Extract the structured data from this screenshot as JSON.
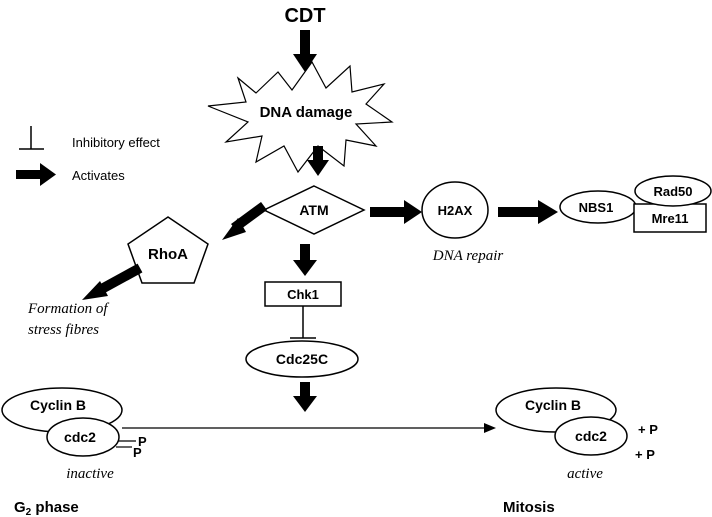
{
  "nodes": {
    "cdt": "CDT",
    "dna_damage": "DNA damage",
    "atm": "ATM",
    "h2ax": "H2AX",
    "nbs1": "NBS1",
    "rad50": "Rad50",
    "mre11": "Mre11",
    "rhoa": "RhoA",
    "chk1": "Chk1",
    "cdc25c": "Cdc25C",
    "cyclin_b_left": "Cyclin B",
    "cdc2_left": "cdc2",
    "cyclin_b_right": "Cyclin B",
    "cdc2_right": "cdc2"
  },
  "annotations": {
    "dna_repair": "DNA repair",
    "stress_fibres_line1": "Formation of",
    "stress_fibres_line2": "stress fibres",
    "inactive": "inactive",
    "active": "active",
    "phospho_left_1": "P",
    "phospho_left_2": "P",
    "phospho_right_1": "+ P",
    "phospho_right_2": "+ P",
    "g2_main": "G",
    "g2_sub": "2",
    "g2_rest": " phase",
    "mitosis": "Mitosis"
  },
  "legend": {
    "inhibitory": "Inhibitory effect",
    "activates": "Activates"
  }
}
